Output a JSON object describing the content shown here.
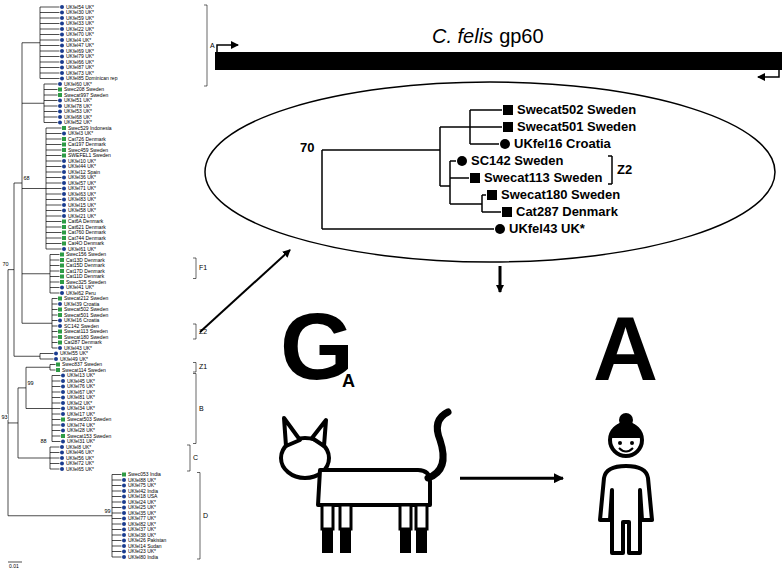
{
  "diagram": {
    "nodes": [
      {
        "text": [
          "G",
          "A"
        ]
      },
      {
        "text": [
          "A"
        ]
      }
    ],
    "edges": [
      {
        "from": 0,
        "to": 1,
        "arrow": "to"
      }
    ],
    "labels": [
      "UKfel54 UK*",
      "UKfel30 UK*",
      "UKfel59 UK*",
      "UKfel33 UK*",
      "UKfel22 UK*",
      "UKfel70 UK*",
      "UKfel4 UK*",
      "UKfel47 UK*",
      "UKfel69 UK*",
      "UKfel79 UK*",
      "UKfel66 UK*",
      "UKfel87 UK*",
      "UKfel73 UK*",
      "UKfel85 Dominican rep",
      "UKfel60 UK*",
      "Swec208 Sweden",
      "Swecat997 Sweden",
      "UKfel51 UK*",
      "UKfel78 UK*",
      "UKfel53 UK*",
      "UKfel68 UK*",
      "UKfel52 UK*",
      "Swec529 Indonesia",
      "UKfel3 UK*",
      "Cat726 Denmark",
      "Cat197 Denmark",
      "Swec459 Sweden",
      "SWEFEL1 Sweden",
      "UKfel10 UK*",
      "UKfel44 UK*",
      "UKfel12 Spain",
      "UKfel36 UK*",
      "UKfel57 UK*",
      "UKfel71 UK*",
      "UKfel63 UK*",
      "UKfel83 UK*",
      "UKfel15 UK*",
      "UKfel58 UK*",
      "UKfel21 UK*",
      "Cat6A Denmark",
      "Cat621 Denmark",
      "Cat760 Denmark",
      "Cat744 Denmark",
      "Cat4O Denmark",
      "UKfel61 UK*",
      "Swec156 Sweden",
      "Cat13D Denmark",
      "Cat15D Denmark",
      "Cat17D Denmark",
      "Cat11D Denmark",
      "Swec325 Sweden",
      "UKfel41 UK*",
      "UKfel62 Peru",
      "Swecat212 Sweden",
      "UKfel39 Croatia",
      "Swecat502 Sweden",
      "Swecat501 Sweden",
      "UKfel16 Croatia",
      "SC142 Sweden",
      "Swecat113 Sweden",
      "Swecat180 Sweden",
      "Cat287 Denmark",
      "UKfel43 UK*",
      "UKfel55 UK*",
      "UKfel49 UK*",
      "Swec837 Sweden",
      "Swecat114 Sweden",
      "UKfel13 UK*",
      "UKfel45 UK*",
      "UKfel76 UK*",
      "UKfel67 UK*",
      "UKfel81 UK*",
      "UKfel2 UK*",
      "UKfel34 UK*",
      "UKfel17 UK*",
      "Swecat503 Sweden",
      "UKfel74 UK*",
      "UKfel28 UK*",
      "Swecat153 Sweden",
      "UKfel31 UK*",
      "UKfel8 UK*",
      "UKfel46 UK*",
      "UKfel56 UK*",
      "UKfel72 UK*",
      "UKfel65 UK*",
      "Swec053 India",
      "UKfel88 UK*",
      "UKfel75 UK*",
      "UKfel42 India",
      "UKfel18 USA",
      "UKfel24 UK*",
      "UKfel25 UK*",
      "UKfel35 UK*",
      "UKfel77 UK*",
      "UKfel82 UK*",
      "UKfel37 UK*",
      "UKfel38 UK*",
      "UKfel26 Pakistan",
      "UKfel14 Sudan",
      "UKfel23 UK*",
      "UKfel80 India",
      "68",
      "70",
      "99",
      "93",
      "88",
      "99",
      "A",
      "F1",
      "Z2",
      "Z1",
      "B",
      "C",
      "D",
      "0.01",
      "C. felis",
      "gp60",
      "70",
      "Swecat502 Sweden",
      "Swecat501 Sweden",
      "UKfel16 Croatia",
      "SC142 Sweden",
      "Swecat113 Sweden",
      "Swecat180 Sweden",
      "Cat287 Denmark",
      "UKfel43 UK*",
      "Z2"
    ]
  }
}
